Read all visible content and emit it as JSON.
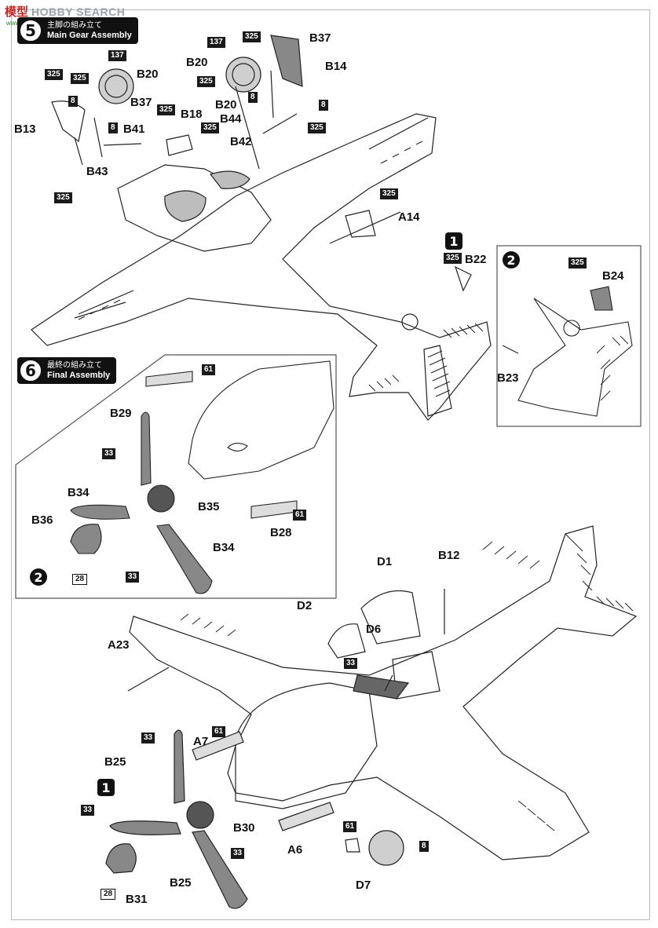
{
  "watermark": {
    "cn": "模型",
    "en": "HOBBY SEARCH",
    "url": "www.mxhc.com"
  },
  "sections": {
    "s5": {
      "num": "5",
      "jp": "主脚の組み立て",
      "en": "Main Gear Assembly"
    },
    "s6": {
      "num": "6",
      "jp": "最終の組み立て",
      "en": "Final Assembly"
    }
  },
  "steps": {
    "one": "1",
    "two": "2"
  },
  "labels": {
    "b37a": "B37",
    "b14": "B14",
    "b20a": "B20",
    "b20b": "B20",
    "b20c": "B20",
    "b44": "B44",
    "b42": "B42",
    "b13": "B13",
    "b37b": "B37",
    "b41": "B41",
    "b18": "B18",
    "b43": "B43",
    "a14": "A14",
    "b22": "B22",
    "b24": "B24",
    "b23": "B23",
    "b29": "B29",
    "b34a": "B34",
    "b35": "B35",
    "b36": "B36",
    "b28": "B28",
    "b34b": "B34",
    "d1": "D1",
    "b12": "B12",
    "d2": "D2",
    "d6": "D6",
    "a23": "A23",
    "a7": "A7",
    "b25a": "B25",
    "b30": "B30",
    "a6": "A6",
    "d7": "D7",
    "b25b": "B25",
    "b31": "B31"
  },
  "tags": {
    "t137a": "137",
    "t325a": "325",
    "t325b": "325",
    "t137b": "137",
    "t325c": "325",
    "t325d": "325",
    "t8a": "8",
    "t8b": "8",
    "t8c": "8",
    "t325e": "325",
    "t325f": "325",
    "t325g": "325",
    "t8d": "8",
    "t325h": "325",
    "t325i": "325",
    "t325j": "325",
    "t325k": "325",
    "t61a": "61",
    "t33a": "33",
    "t61b": "61",
    "t28a": "28",
    "t33b": "33",
    "t33c": "33",
    "t61c": "61",
    "t33d": "33",
    "t33e": "33",
    "t61d": "61",
    "t8e": "8",
    "t33f": "33",
    "t28b": "28"
  }
}
